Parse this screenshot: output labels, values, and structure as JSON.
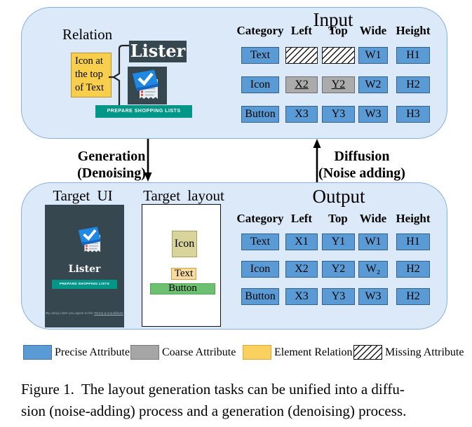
{
  "colors": {
    "panel_bg": "#DBE9F8",
    "panel_border": "#8AB0DC",
    "precise_blue": "#5B9BD5",
    "coarse_gray": "#ABABAB",
    "relation_yellow": "#F8CF4D",
    "legend_yellow": "#FAD05E",
    "app_dark": "#36474F",
    "app_teal": "#009688",
    "layout_icon_fill": "#D8D49C",
    "layout_text_fill": "#F7DCA2",
    "layout_button_fill": "#6EC071"
  },
  "input_panel": {
    "title": "Input",
    "relation_label": "Relation",
    "relation_note": "Icon at the top of Text",
    "app": {
      "title": "Lister",
      "button": "PREPARE SHOPPING LISTS"
    },
    "table": {
      "headers": [
        "Category",
        "Left",
        "Top",
        "Wide",
        "Height"
      ],
      "rows": [
        {
          "category": "Text",
          "left": "",
          "top": "",
          "wide": "W1",
          "height": "H1"
        },
        {
          "category": "Icon",
          "left": "X2",
          "top": "Y2",
          "wide": "W2",
          "height": "H2"
        },
        {
          "category": "Button",
          "left": "X3",
          "top": "Y3",
          "wide": "W3",
          "height": "H3"
        }
      ]
    }
  },
  "process": {
    "generation_line1": "Generation",
    "generation_line2": "(Denoising)",
    "diffusion_line1": "Diffusion",
    "diffusion_line2": "(Noise adding)"
  },
  "output_panel": {
    "title": "Output",
    "target_ui": {
      "title": "Target UI",
      "app_title": "Lister",
      "app_button": "PREPARE SHOPPING LISTS",
      "footer_prefix": "By using Lister you agree to the ",
      "footer_link": "Terms & Conditions"
    },
    "target_layout": {
      "title": "Target layout",
      "icon_label": "Icon",
      "text_label": "Text",
      "button_label": "Button"
    },
    "table": {
      "headers": [
        "Category",
        "Left",
        "Top",
        "Wide",
        "Height"
      ],
      "rows": [
        {
          "category": "Text",
          "left": "X1",
          "top": "Y1",
          "wide": "W1",
          "height": "H1"
        },
        {
          "category": "Icon",
          "left": "X2",
          "top": "Y2",
          "wide": "W₂",
          "height": "H2"
        },
        {
          "category": "Button",
          "left": "X3",
          "top": "Y3",
          "wide": "W3",
          "height": "H2"
        }
      ]
    }
  },
  "legend": {
    "precise": "Precise Attribute",
    "coarse": "Coarse Attribute",
    "relation": "Element Relation",
    "missing": "Missing Attribute"
  },
  "caption": {
    "line1": "Figure 1.  The layout generation tasks can be unified into a diffu-",
    "line2": "sion (noise-adding) process and a generation (denoising) process."
  }
}
